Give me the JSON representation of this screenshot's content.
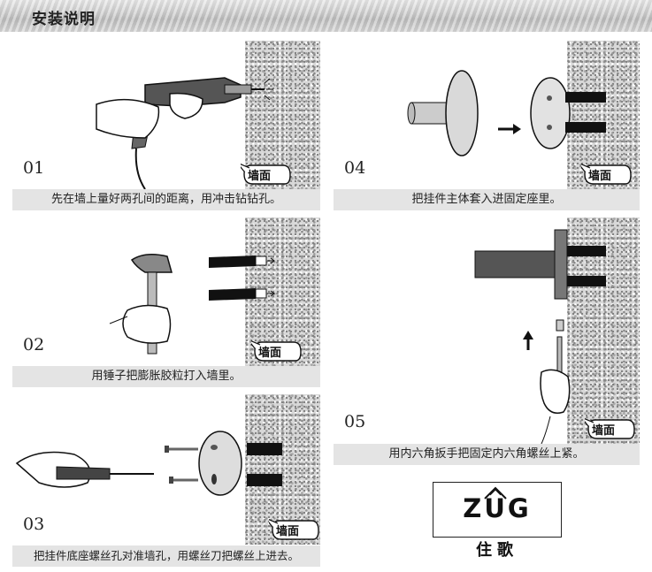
{
  "header": {
    "title": "安装说明"
  },
  "wall_label": "墙面",
  "steps": [
    {
      "num": "01",
      "caption": "先在墙上量好两孔间的距离，用冲击钻钻孔。"
    },
    {
      "num": "02",
      "caption": "用锤子把膨胀胶粒打入墙里。"
    },
    {
      "num": "03",
      "caption": "把挂件底座螺丝孔对准墙孔，用螺丝刀把螺丝上进去。"
    },
    {
      "num": "04",
      "caption": "把挂件主体套入进固定座里。"
    },
    {
      "num": "05",
      "caption": "用内六角扳手把固定内六角螺丝上紧。"
    }
  ],
  "logo": {
    "brand": "ZUG",
    "sub": "住歌"
  }
}
